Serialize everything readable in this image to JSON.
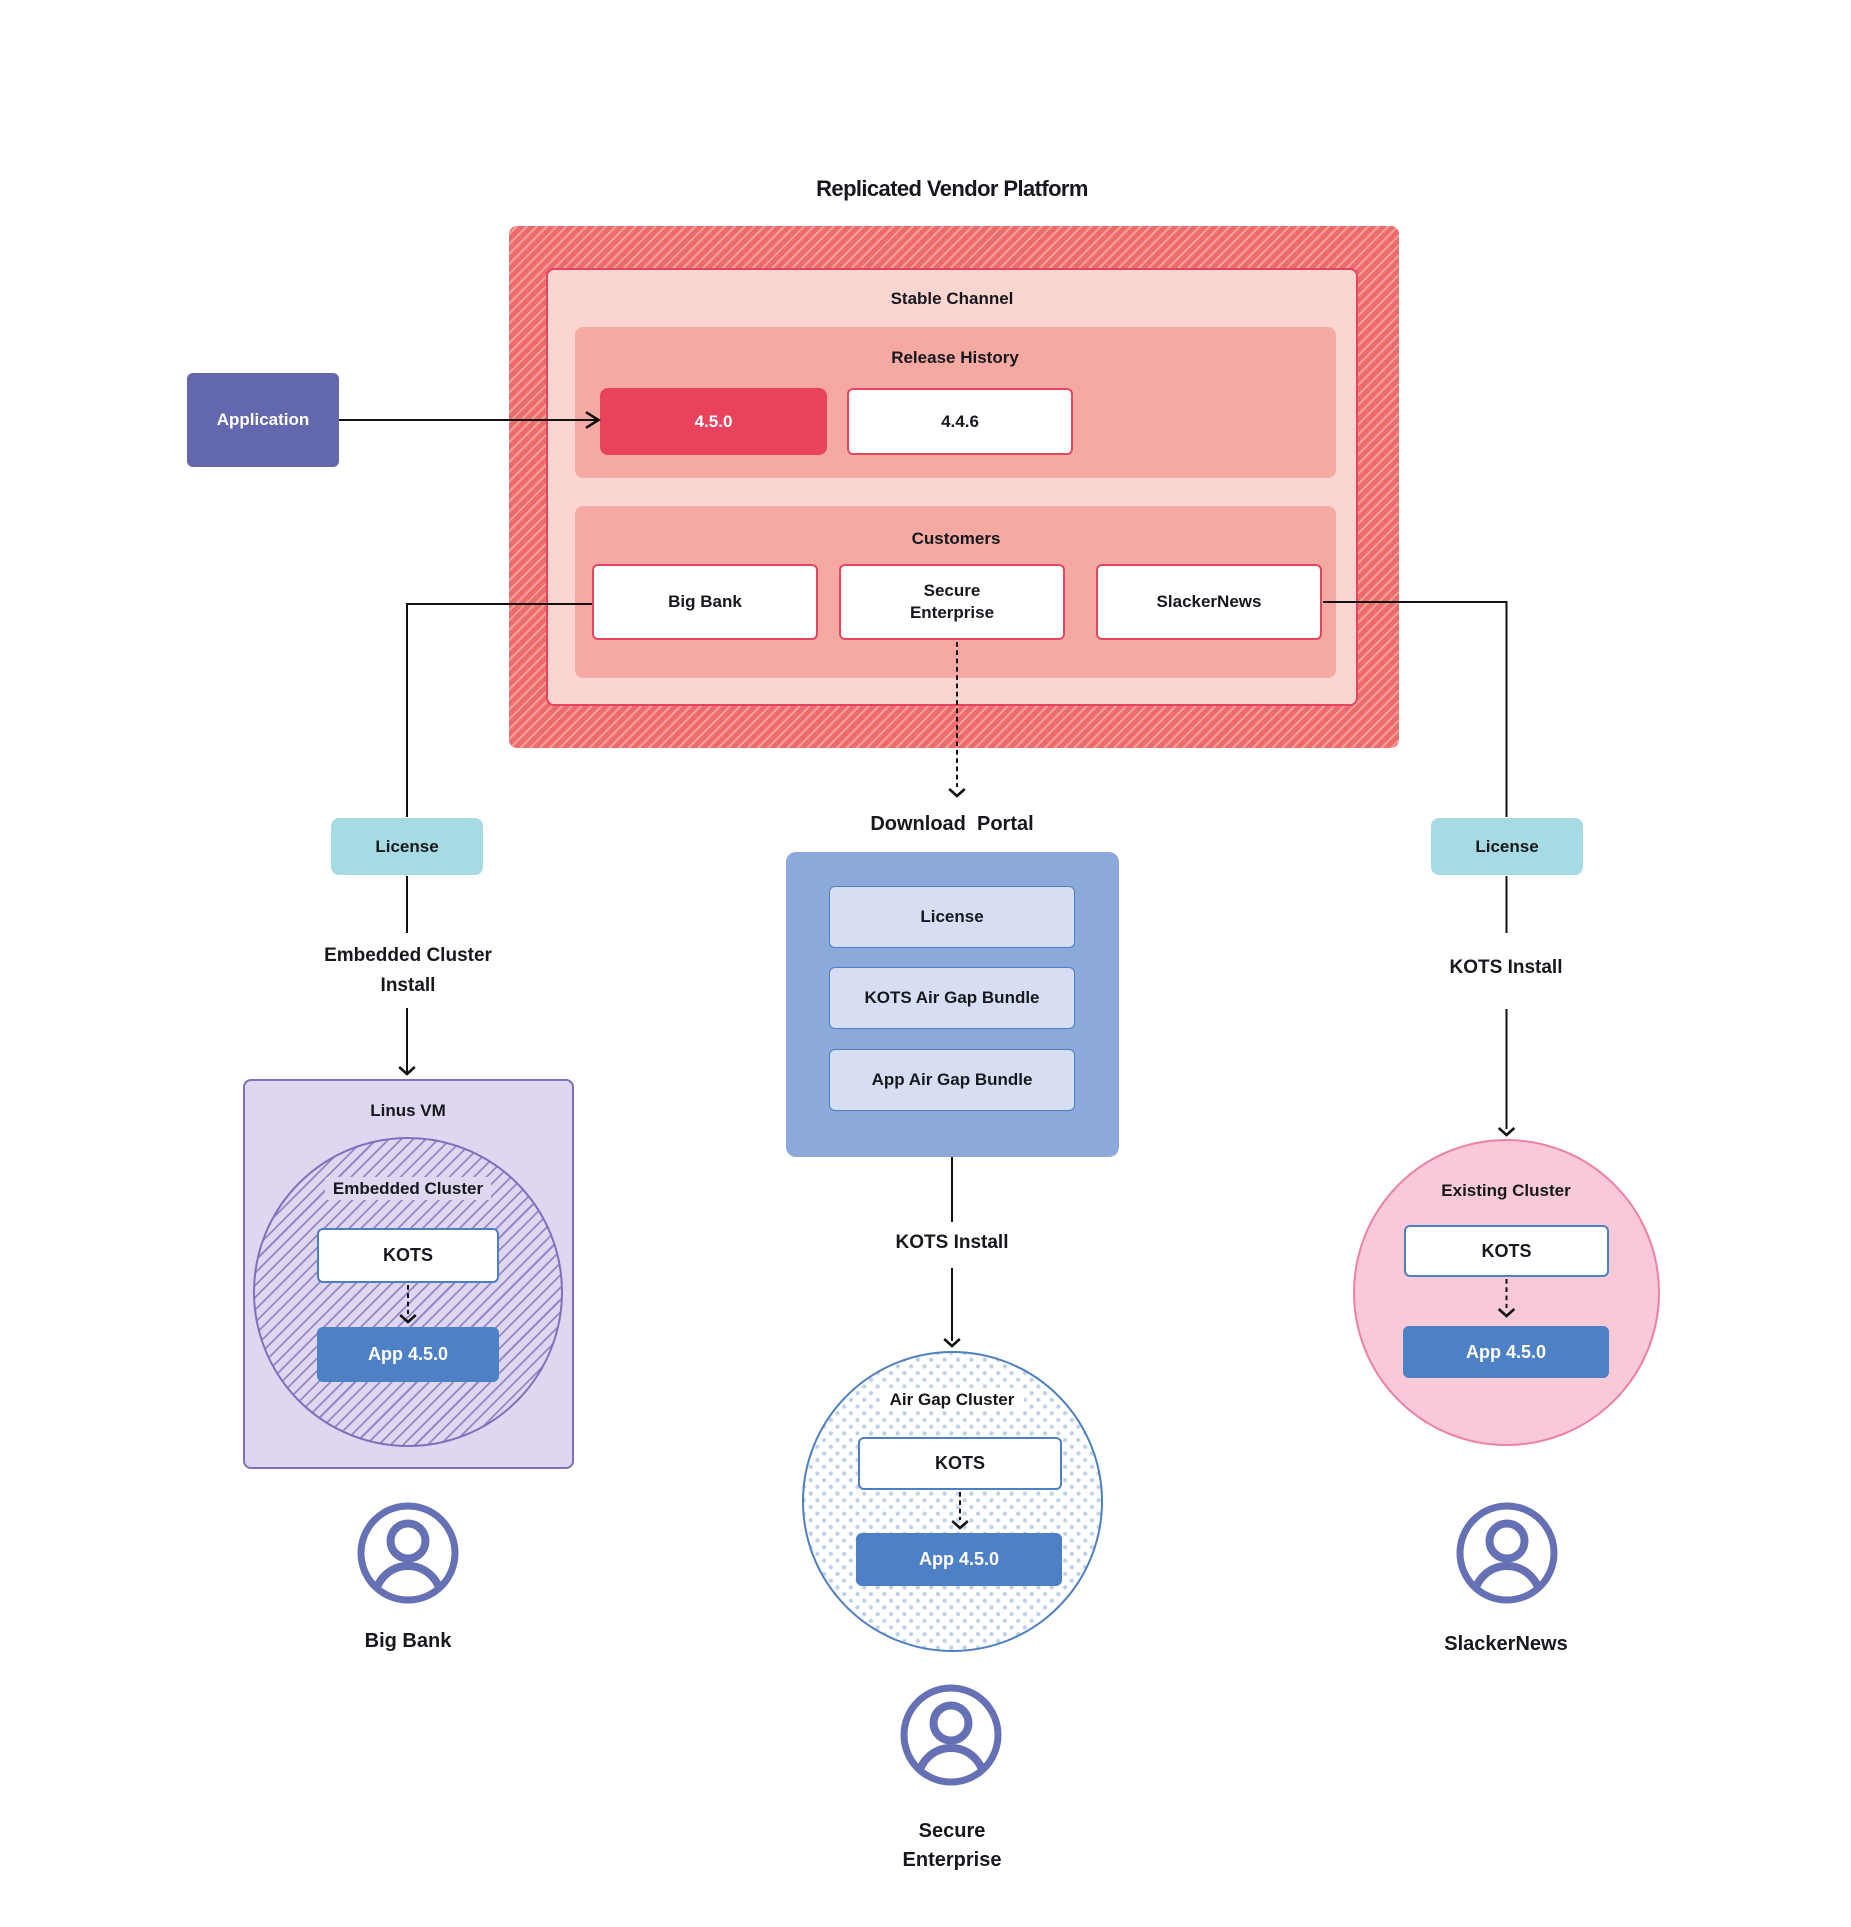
{
  "title": "Replicated Vendor Platform",
  "palette": {
    "hatch_red_base": "#ed6b6b",
    "hatch_red_stripe": "#f49e9e",
    "channel_pink": "#fbd6d1",
    "panel_salmon": "#f6a9a2",
    "accent_crimson": "#e8425d",
    "application_indigo": "#6367ad",
    "license_cyan": "#a7dbe3",
    "portal_blue": "#8ba9db",
    "portal_item_lavender": "#d7def4",
    "kots_border_blue": "#4d7fc3",
    "app_blue": "#4d80c4",
    "vm_lavender": "#ded7ef",
    "vm_purple": "#7f6fbc",
    "existing_pink": "#f9c9d7",
    "existing_border": "#ee7fa5",
    "user_icon_purple": "#6670b5"
  },
  "platform": {
    "stable_channel_label": "Stable Channel",
    "release_history": {
      "label": "Release History",
      "releases": [
        {
          "version": "4.5.0",
          "highlighted": true
        },
        {
          "version": "4.4.6",
          "highlighted": false
        }
      ]
    },
    "customers": {
      "label": "Customers",
      "items": [
        {
          "name": "Big Bank"
        },
        {
          "name": "Secure\nEnterprise"
        },
        {
          "name": "SlackerNews"
        }
      ]
    }
  },
  "application": {
    "label": "Application"
  },
  "left_flow": {
    "license_label": "License",
    "install_label": "Embedded Cluster\nInstall",
    "vm_label": "Linus VM",
    "cluster_label": "Embedded Cluster",
    "kots_label": "KOTS",
    "app_label": "App 4.5.0",
    "user_icon": "user-circle",
    "user_label": "Big Bank"
  },
  "center_flow": {
    "portal_label": "Download  Portal",
    "portal_items": [
      {
        "label": "License"
      },
      {
        "label": "KOTS Air Gap Bundle"
      },
      {
        "label": "App Air Gap Bundle"
      }
    ],
    "install_label": "KOTS Install",
    "cluster_label": "Air Gap Cluster",
    "kots_label": "KOTS",
    "app_label": "App 4.5.0",
    "user_icon": "user-circle",
    "user_label": "Secure\nEnterprise"
  },
  "right_flow": {
    "license_label": "License",
    "install_label": "KOTS Install",
    "cluster_label": "Existing Cluster",
    "kots_label": "KOTS",
    "app_label": "App 4.5.0",
    "user_icon": "user-circle",
    "user_label": "SlackerNews"
  }
}
